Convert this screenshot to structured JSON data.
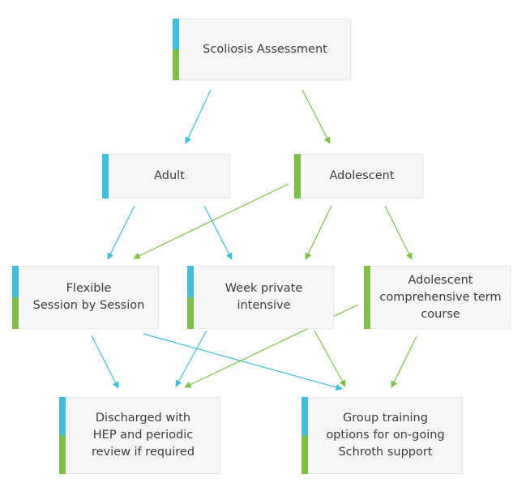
{
  "colors": {
    "adult": "#3dc0dc",
    "adolescent": "#7dc142",
    "box_bg": "#f6f6f6",
    "text": "#3b3b3b"
  },
  "nodes": {
    "assessment": {
      "label": "Scoliosis Assessment",
      "bar": "adult+adolescent"
    },
    "adult": {
      "label": "Adult",
      "bar": "adult"
    },
    "adolescent": {
      "label": "Adolescent",
      "bar": "adolescent"
    },
    "flexible": {
      "label": "Flexible\nSession by Session",
      "bar": "adult+adolescent"
    },
    "week_private": {
      "label": "Week private\nintensive",
      "bar": "adult+adolescent"
    },
    "adolescent_course": {
      "label": "Adolescent\ncomprehensive term\ncourse",
      "bar": "adolescent"
    },
    "discharged": {
      "label": "Discharged with\nHEP  and periodic\nreview if required",
      "bar": "adult+adolescent"
    },
    "group_training": {
      "label": "Group training\noptions for on-going\nSchroth support",
      "bar": "adult+adolescent"
    }
  },
  "edges": [
    {
      "from": "assessment",
      "to": "adult",
      "color": "adult"
    },
    {
      "from": "assessment",
      "to": "adolescent",
      "color": "adolescent"
    },
    {
      "from": "adult",
      "to": "flexible",
      "color": "adult"
    },
    {
      "from": "adult",
      "to": "week_private",
      "color": "adult"
    },
    {
      "from": "adolescent",
      "to": "flexible",
      "color": "adolescent"
    },
    {
      "from": "adolescent",
      "to": "week_private",
      "color": "adolescent"
    },
    {
      "from": "adolescent",
      "to": "adolescent_course",
      "color": "adolescent"
    },
    {
      "from": "flexible",
      "to": "discharged",
      "color": "adult"
    },
    {
      "from": "flexible",
      "to": "group_training",
      "color": "adult"
    },
    {
      "from": "week_private",
      "to": "discharged",
      "color": "adult"
    },
    {
      "from": "week_private",
      "to": "group_training",
      "color": "adolescent"
    },
    {
      "from": "adolescent_course",
      "to": "discharged",
      "color": "adolescent"
    },
    {
      "from": "adolescent_course",
      "to": "group_training",
      "color": "adolescent"
    }
  ]
}
